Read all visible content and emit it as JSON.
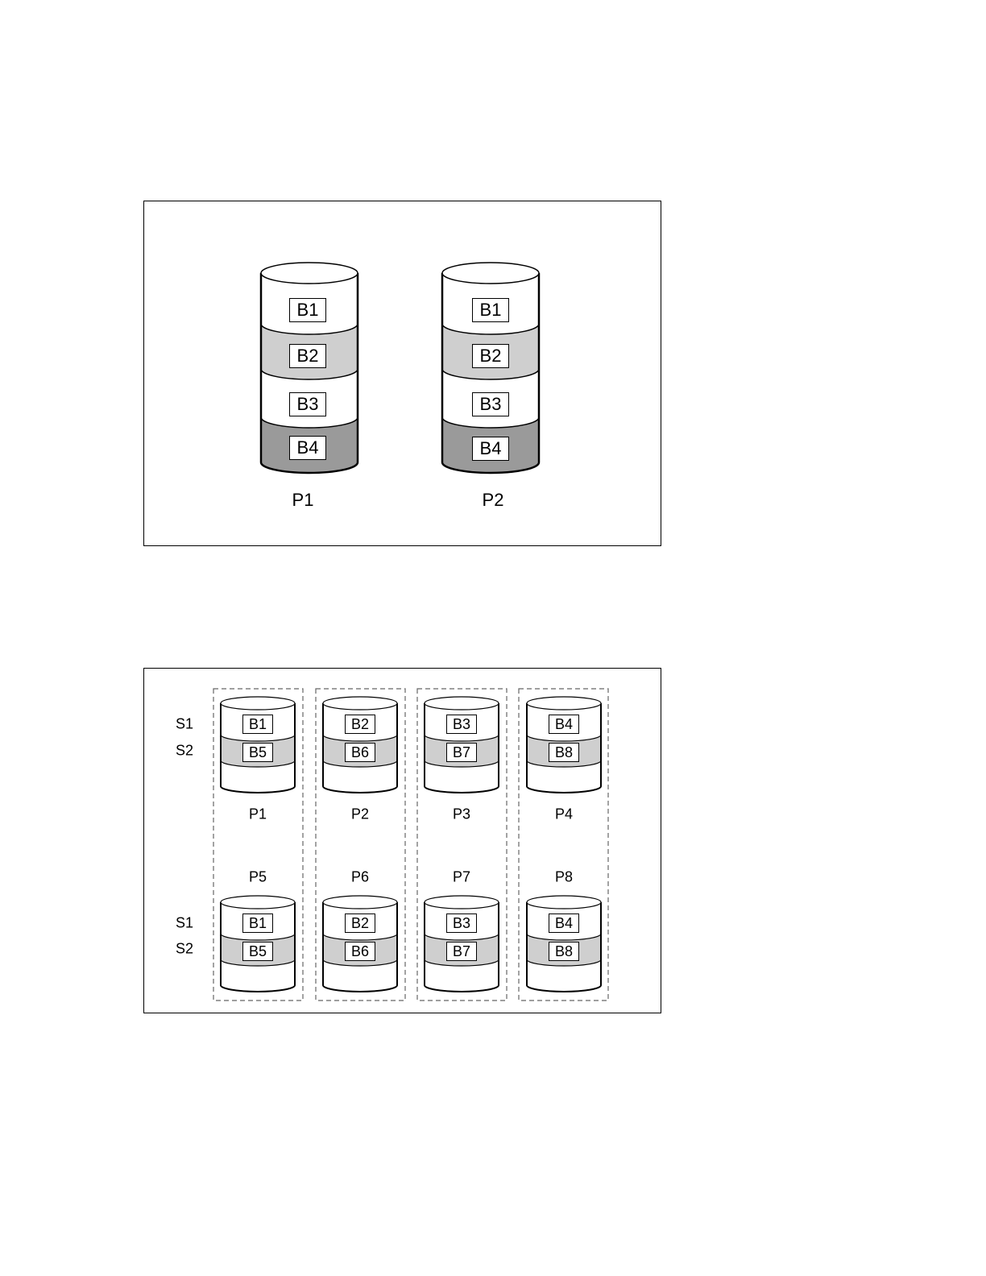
{
  "figure1": {
    "drives": [
      {
        "label": "P1",
        "blocks": [
          "B1",
          "B2",
          "B3",
          "B4"
        ]
      },
      {
        "label": "P2",
        "blocks": [
          "B1",
          "B2",
          "B3",
          "B4"
        ]
      }
    ],
    "band_colors": [
      "#ffffff",
      "#cfcfcf",
      "#ffffff",
      "#9a9a9a"
    ]
  },
  "figure2": {
    "stripe_labels": {
      "top": [
        "S1",
        "S2"
      ],
      "bottom": [
        "S1",
        "S2"
      ]
    },
    "groups": [
      {
        "top": {
          "label": "P1",
          "blocks": [
            "B1",
            "B5"
          ]
        },
        "bottom": {
          "label": "P5",
          "blocks": [
            "B1",
            "B5"
          ]
        }
      },
      {
        "top": {
          "label": "P2",
          "blocks": [
            "B2",
            "B6"
          ]
        },
        "bottom": {
          "label": "P6",
          "blocks": [
            "B2",
            "B6"
          ]
        }
      },
      {
        "top": {
          "label": "P3",
          "blocks": [
            "B3",
            "B7"
          ]
        },
        "bottom": {
          "label": "P7",
          "blocks": [
            "B3",
            "B7"
          ]
        }
      },
      {
        "top": {
          "label": "P4",
          "blocks": [
            "B4",
            "B8"
          ]
        },
        "bottom": {
          "label": "P8",
          "blocks": [
            "B4",
            "B8"
          ]
        }
      }
    ],
    "band_colors": [
      "#ffffff",
      "#cfcfcf",
      "#ffffff"
    ]
  }
}
